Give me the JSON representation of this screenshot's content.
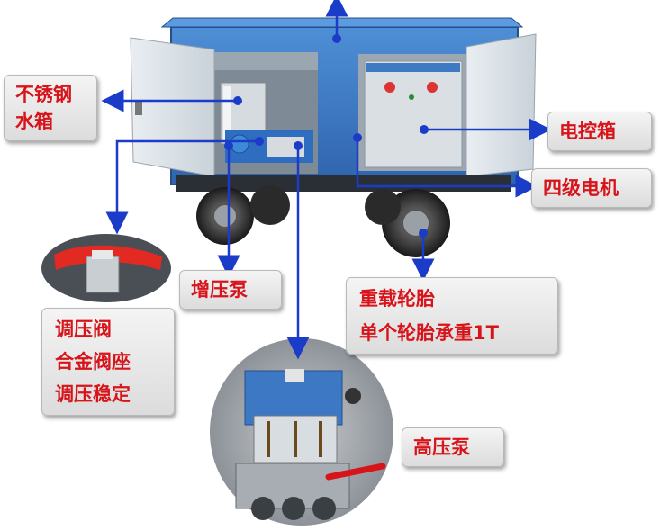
{
  "labels": {
    "tank": [
      "不锈钢",
      "水箱"
    ],
    "control_box": "电控箱",
    "motor": "四级电机",
    "booster_pump": "增压泵",
    "tire": [
      "重载轮胎",
      "单个轮胎承重1T"
    ],
    "valve": [
      "调压阀",
      "合金阀座",
      "调压稳定"
    ],
    "hp_pump": "高压泵"
  },
  "colors": {
    "label_text": "#d8141b",
    "arrow": "#1a3cc8",
    "cabinet": "#3a78c4"
  }
}
